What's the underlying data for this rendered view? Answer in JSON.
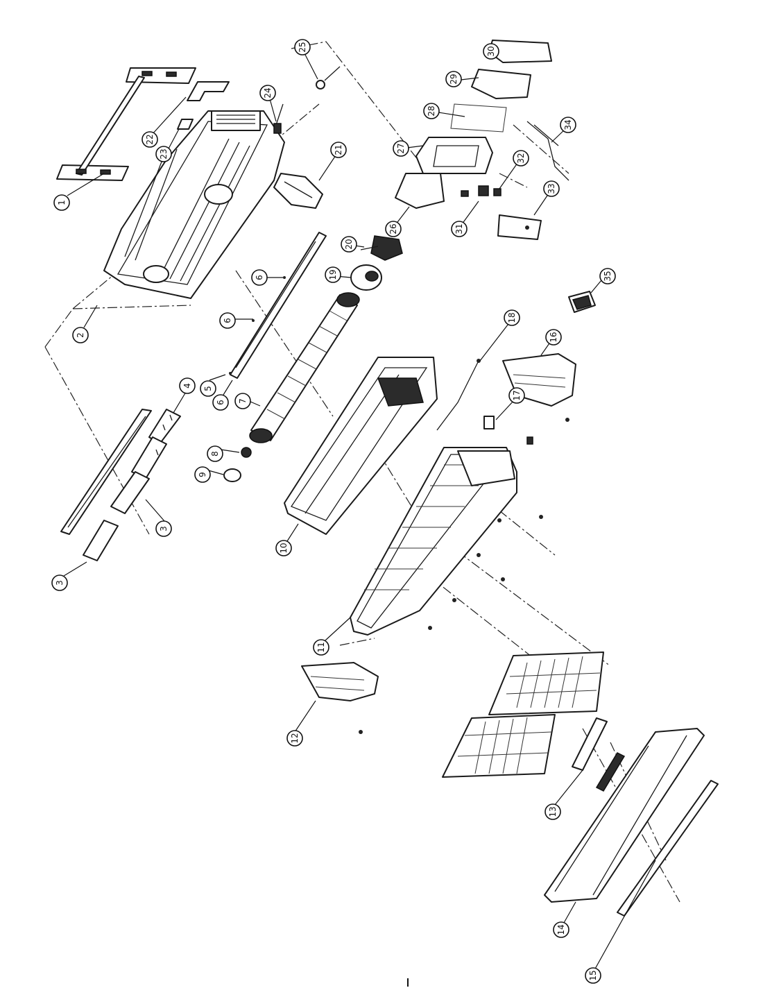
{
  "callouts": [
    {
      "id": "1",
      "label": "1"
    },
    {
      "id": "2",
      "label": "2"
    },
    {
      "id": "3a",
      "label": "3"
    },
    {
      "id": "3b",
      "label": "3"
    },
    {
      "id": "4",
      "label": "4"
    },
    {
      "id": "5",
      "label": "5"
    },
    {
      "id": "6a",
      "label": "6"
    },
    {
      "id": "6b",
      "label": "6"
    },
    {
      "id": "6c",
      "label": "6"
    },
    {
      "id": "7",
      "label": "7"
    },
    {
      "id": "8",
      "label": "8"
    },
    {
      "id": "9",
      "label": "9"
    },
    {
      "id": "10",
      "label": "10"
    },
    {
      "id": "11",
      "label": "11"
    },
    {
      "id": "12",
      "label": "12"
    },
    {
      "id": "13",
      "label": "13"
    },
    {
      "id": "14",
      "label": "14"
    },
    {
      "id": "15",
      "label": "15"
    },
    {
      "id": "16",
      "label": "16"
    },
    {
      "id": "17",
      "label": "17"
    },
    {
      "id": "18",
      "label": "18"
    },
    {
      "id": "19",
      "label": "19"
    },
    {
      "id": "20",
      "label": "20"
    },
    {
      "id": "21",
      "label": "21"
    },
    {
      "id": "22",
      "label": "22"
    },
    {
      "id": "23",
      "label": "23"
    },
    {
      "id": "24",
      "label": "24"
    },
    {
      "id": "25",
      "label": "25"
    },
    {
      "id": "26",
      "label": "26"
    },
    {
      "id": "27",
      "label": "27"
    },
    {
      "id": "28",
      "label": "28"
    },
    {
      "id": "29",
      "label": "29"
    },
    {
      "id": "30",
      "label": "30"
    },
    {
      "id": "31",
      "label": "31"
    },
    {
      "id": "32",
      "label": "32"
    },
    {
      "id": "33",
      "label": "33"
    },
    {
      "id": "34",
      "label": "34"
    },
    {
      "id": "35",
      "label": "35"
    }
  ]
}
